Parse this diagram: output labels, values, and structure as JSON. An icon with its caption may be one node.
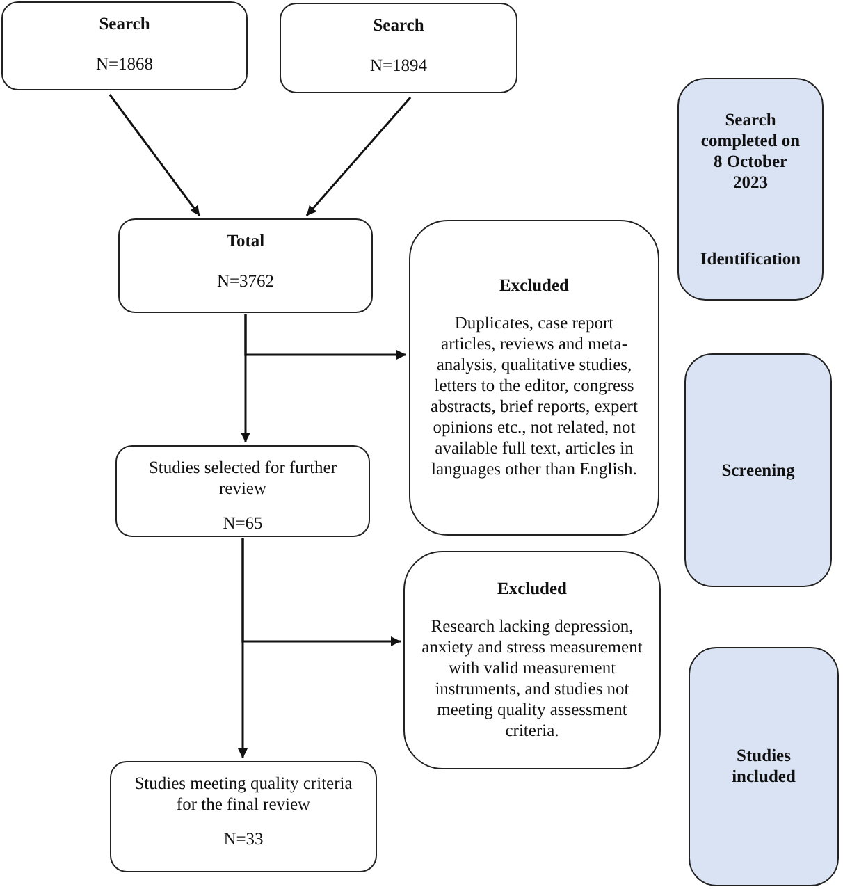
{
  "diagram": {
    "nodes": [
      {
        "text": [
          "Search",
          "N=1868"
        ]
      },
      {
        "text": [
          "Search",
          "N=1894"
        ]
      },
      {
        "text": [
          "Total",
          "N=3762"
        ]
      },
      {
        "text": [
          "Excluded",
          "Duplicates, case report articles, reviews and meta-analysis, qualitative studies, letters to the editor, congress abstracts, brief reports, expert opinions etc., not related, not available full text, articles in languages other than English."
        ]
      },
      {
        "text": [
          "Studies selected for further review",
          "N=65"
        ]
      },
      {
        "text": [
          "Excluded",
          "Research lacking depression, anxiety and stress measurement with valid measurement instruments, and studies not meeting quality assessment criteria."
        ]
      },
      {
        "text": [
          "Studies meeting quality criteria for the final review",
          "N=33"
        ]
      },
      {
        "text": [
          "Search completed on 8 October 2023",
          "Identification"
        ]
      },
      {
        "text": [
          "Screening"
        ]
      },
      {
        "text": [
          "Studies included"
        ]
      }
    ],
    "edges": [
      {
        "from": 0,
        "to": 2,
        "arrow": "to"
      },
      {
        "from": 1,
        "to": 2,
        "arrow": "to"
      },
      {
        "from": 2,
        "to": 4,
        "arrow": "to"
      },
      {
        "from": 2,
        "to": 3,
        "arrow": "to"
      },
      {
        "from": 4,
        "to": 6,
        "arrow": "to"
      },
      {
        "from": 4,
        "to": 5,
        "arrow": "to"
      }
    ]
  }
}
